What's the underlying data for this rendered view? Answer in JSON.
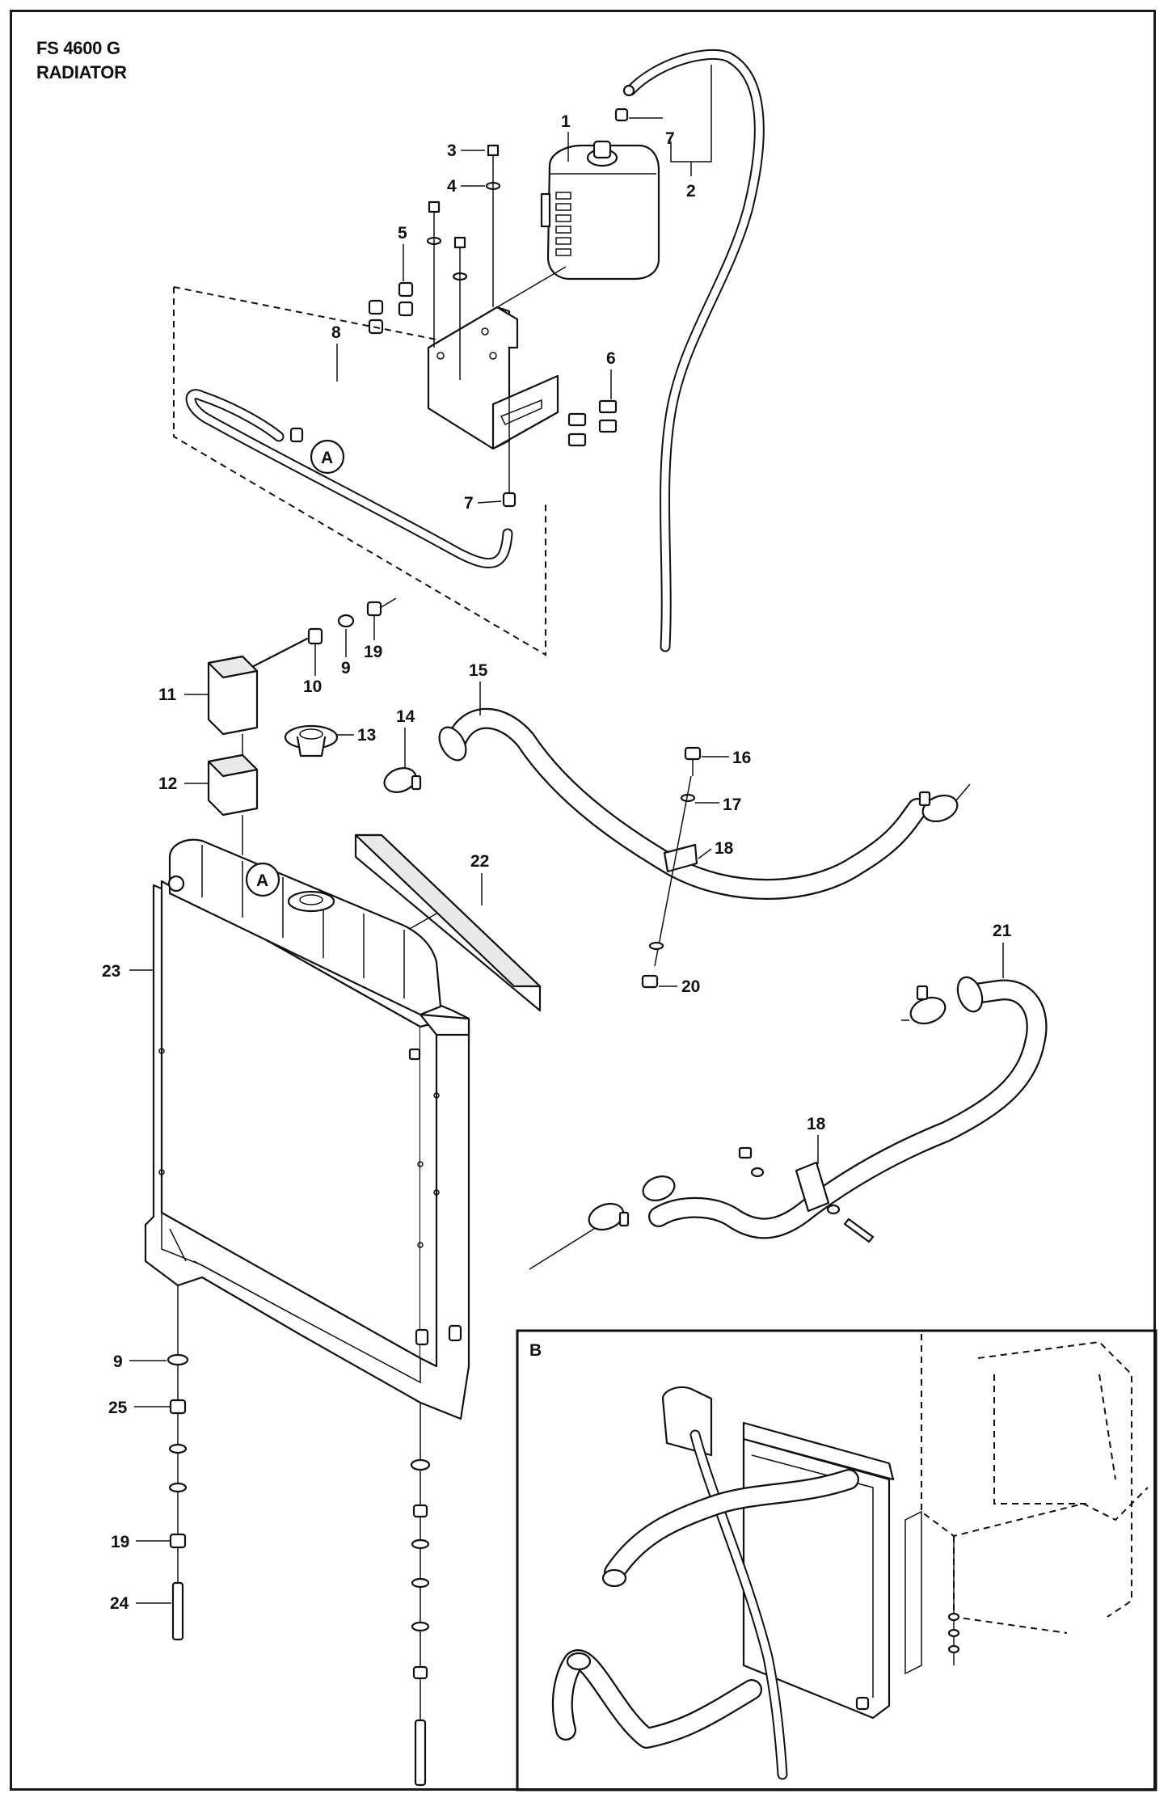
{
  "title": {
    "model": "FS 4600 G",
    "section": "RADIATOR"
  },
  "inset_label": "B",
  "reference_marker": "A",
  "callouts": [
    "1",
    "2",
    "3",
    "4",
    "5",
    "6",
    "7",
    "7",
    "8",
    "9",
    "9",
    "10",
    "11",
    "12",
    "13",
    "14",
    "15",
    "16",
    "17",
    "18",
    "18",
    "19",
    "19",
    "20",
    "21",
    "22",
    "23",
    "24",
    "25"
  ]
}
